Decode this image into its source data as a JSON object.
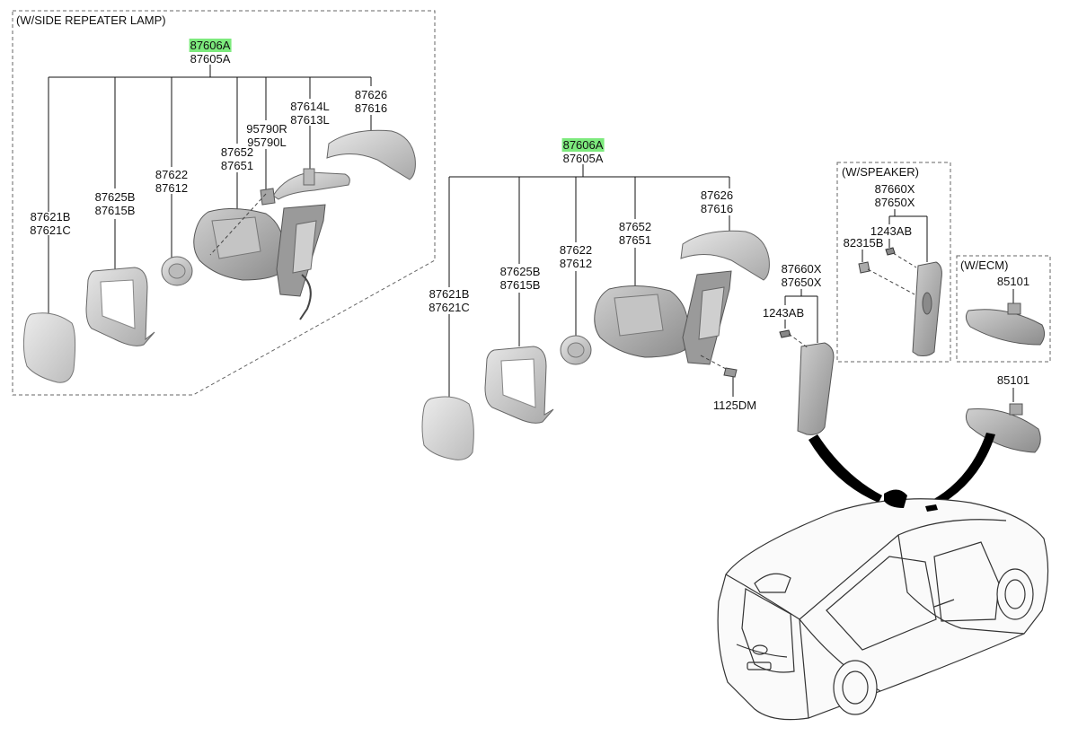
{
  "groups": {
    "side_repeater": "(W/SIDE REPEATER LAMP)",
    "speaker": "(W/SPEAKER)",
    "ecm": "(W/ECM)"
  },
  "left_assembly": {
    "top": [
      "87606A",
      "87605A"
    ],
    "glass": [
      "87621B",
      "87621C"
    ],
    "frame": [
      "87625B",
      "87615B"
    ],
    "actuator": [
      "87622",
      "87612"
    ],
    "housing": [
      "87652",
      "87651"
    ],
    "lamp": [
      "95790R",
      "95790L"
    ],
    "repeater": [
      "87614L",
      "87613L"
    ],
    "cap": [
      "87626",
      "87616"
    ]
  },
  "right_assembly": {
    "top": [
      "87606A",
      "87605A"
    ],
    "glass": [
      "87621B",
      "87621C"
    ],
    "frame": [
      "87625B",
      "87615B"
    ],
    "actuator": [
      "87622",
      "87612"
    ],
    "housing": [
      "87652",
      "87651"
    ],
    "cap": [
      "87626",
      "87616"
    ],
    "bolt": "1125DM"
  },
  "pillar_trim": {
    "part": [
      "87660X",
      "87650X"
    ],
    "screw": "1243AB"
  },
  "speaker_trim": {
    "part": [
      "87660X",
      "87650X"
    ],
    "screw": "1243AB",
    "speaker": "82315B"
  },
  "inside_mirror": {
    "ecm": "85101",
    "std": "85101"
  },
  "colors": {
    "highlight": "#7dea7d",
    "part_fill": "#d9d9d9",
    "line": "#111111"
  }
}
